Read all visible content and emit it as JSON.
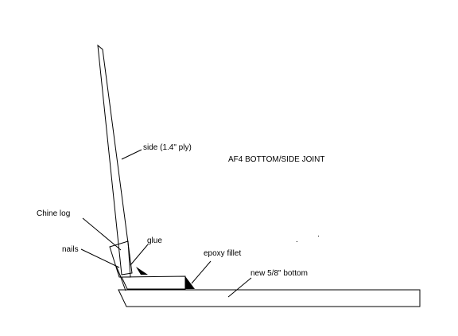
{
  "diagram": {
    "title": "AF4 BOTTOM/SIDE JOINT",
    "labels": {
      "side": "side (1.4\" ply)",
      "chine_log": "Chine log",
      "nails": "nails",
      "glue": "glue",
      "epoxy_fillet": "epoxy fillet",
      "bottom": "new 5/8\" bottom"
    },
    "colors": {
      "line": "#000000",
      "background": "#ffffff"
    }
  }
}
